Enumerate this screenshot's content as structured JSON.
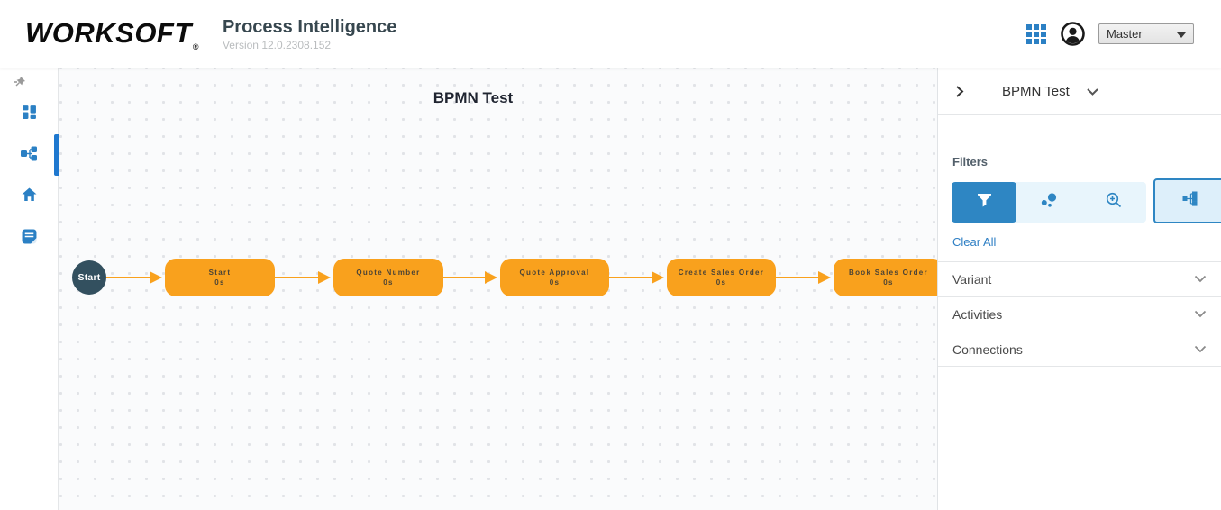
{
  "header": {
    "logo": "WORKSOFT",
    "logo_reg": "®",
    "title": "Process Intelligence",
    "version": "Version 12.0.2308.152",
    "workspace_selector": "Master"
  },
  "sidebar": {
    "icons": [
      "unpin-icon",
      "dashboard-icon",
      "process-hierarchy-icon",
      "home-icon",
      "notes-icon"
    ],
    "active_item": "process-hierarchy"
  },
  "canvas": {
    "title": "BPMN Test",
    "start_label": "Start",
    "nodes": [
      {
        "label": "Start",
        "duration": "0s"
      },
      {
        "label": "Quote Number",
        "duration": "0s"
      },
      {
        "label": "Quote Approval",
        "duration": "0s"
      },
      {
        "label": "Create Sales Order",
        "duration": "0s"
      },
      {
        "label": "Book Sales Order",
        "duration": "0s"
      }
    ]
  },
  "panel": {
    "process_name": "BPMN Test",
    "filters_label": "Filters",
    "clear_all_label": "Clear All",
    "filter_buttons": [
      "filter-funnel-icon",
      "cluster-dots-icon",
      "zoom-in-icon",
      "hierarchy-icon"
    ],
    "active_filter_button": "filter-funnel-icon",
    "sections": [
      {
        "label": "Variant"
      },
      {
        "label": "Activities"
      },
      {
        "label": "Connections"
      }
    ]
  },
  "colors": {
    "accent_blue": "#2b80c4",
    "button_blue": "#2e86c3",
    "link_blue": "#2e7fc4",
    "node_orange": "#f9a11d",
    "start_node": "#33505f",
    "canvas_bg": "#fafbfc"
  }
}
